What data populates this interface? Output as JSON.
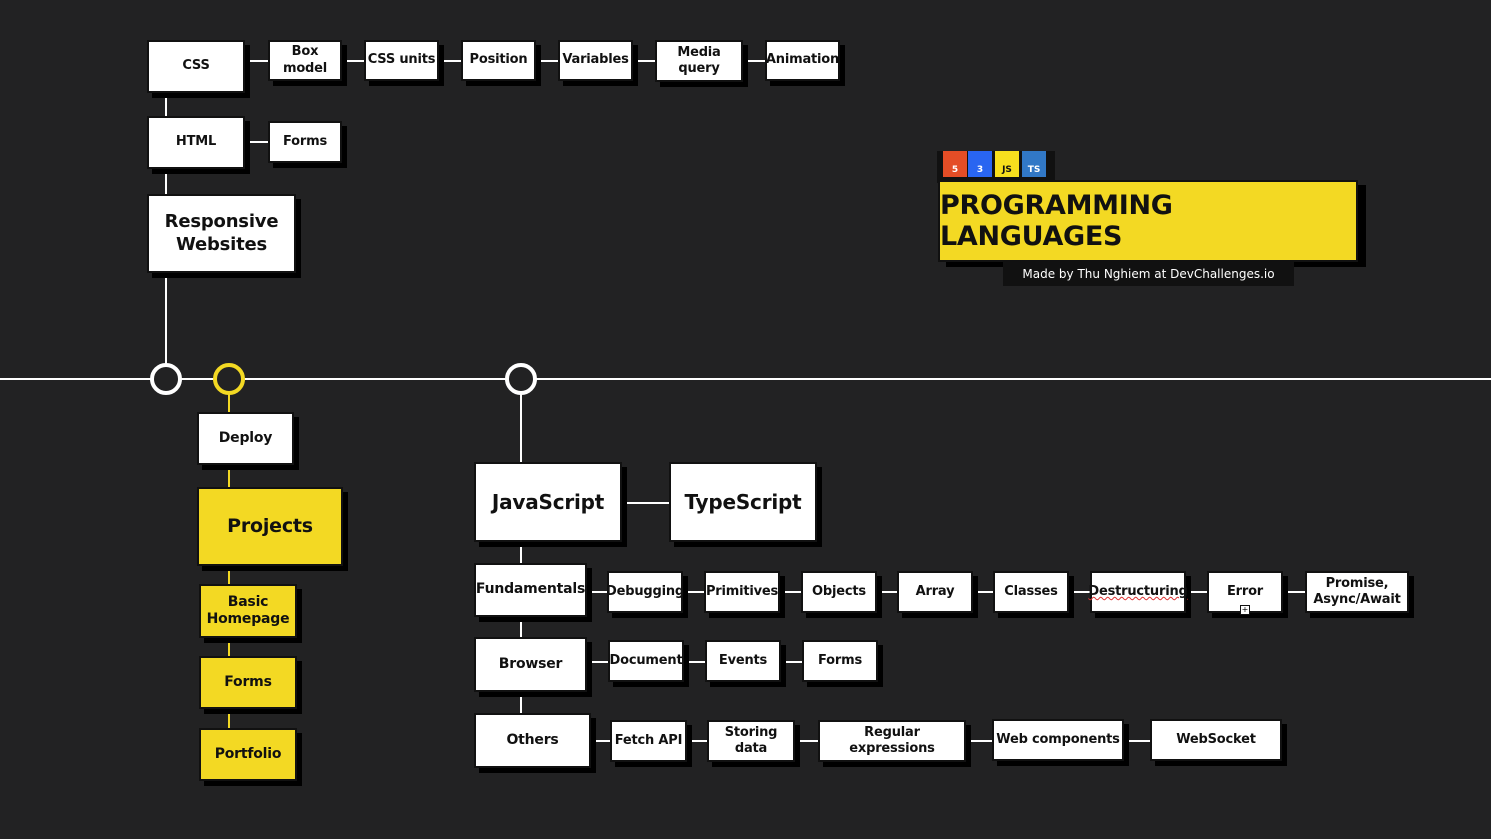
{
  "title": "PROGRAMMING LANGUAGES",
  "credit": "Made by Thu Nghiem at DevChallenges.io",
  "colors": {
    "background": "#222223",
    "accent": "#f3d923",
    "html5": "#e44d26",
    "css3": "#2965f1",
    "js": "#f7df1e",
    "ts": "#3178c6"
  },
  "badges": [
    {
      "icon": "html5-icon",
      "label": "5"
    },
    {
      "icon": "css3-icon",
      "label": "3"
    },
    {
      "icon": "javascript-icon",
      "label": "JS"
    },
    {
      "icon": "typescript-icon",
      "label": "TS"
    }
  ],
  "web": {
    "css": "CSS",
    "css_topics": [
      "Box model",
      "CSS units",
      "Position",
      "Variables",
      "Media query",
      "Animation"
    ],
    "html": "HTML",
    "html_topics": [
      "Forms"
    ],
    "responsive": "Responsive Websites"
  },
  "projects": {
    "deploy": "Deploy",
    "title": "Projects",
    "items": [
      "Basic Homepage",
      "Forms",
      "Portfolio"
    ]
  },
  "javascript": {
    "js": "JavaScript",
    "ts": "TypeScript",
    "fundamentals": "Fundamentals",
    "fundamentals_topics": [
      "Debugging",
      "Primitives",
      "Objects",
      "Array",
      "Classes",
      "Destructuring",
      "Error",
      "Promise, Async/Await"
    ],
    "browser": "Browser",
    "browser_topics": [
      "Document",
      "Events",
      "Forms"
    ],
    "others": "Others",
    "others_topics": [
      "Fetch API",
      "Storing data",
      "Regular expressions",
      "Web components",
      "WebSocket"
    ]
  }
}
